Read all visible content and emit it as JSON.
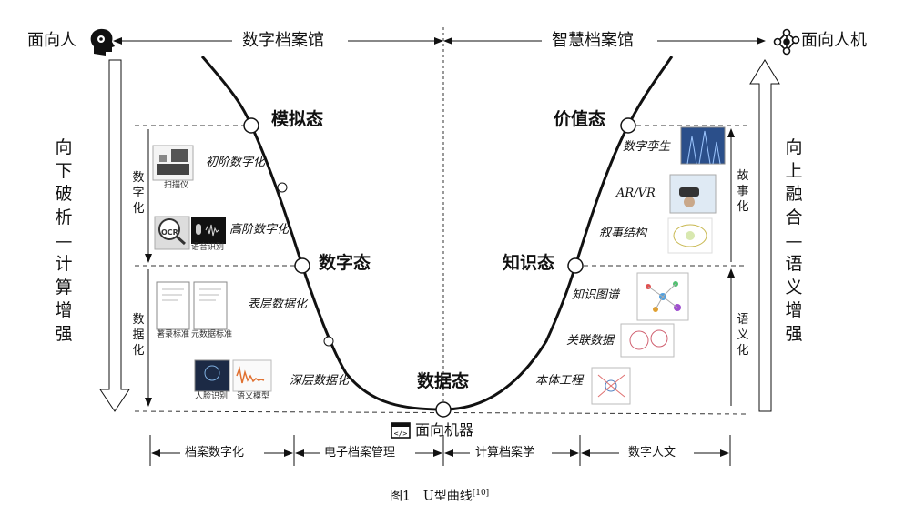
{
  "header": {
    "left_label": "面向人",
    "right_label": "面向人机",
    "left_section": "数字档案馆",
    "right_section": "智慧档案馆"
  },
  "left_arrow_text": [
    "向",
    "下",
    "破",
    "析",
    "—",
    "计",
    "算",
    "增",
    "强"
  ],
  "right_arrow_text": [
    "向",
    "上",
    "融",
    "合",
    "—",
    "语",
    "义",
    "增",
    "强"
  ],
  "states": {
    "analog": "模拟态",
    "digital": "数字态",
    "data": "数据态",
    "value": "价值态",
    "knowledge": "知识态"
  },
  "left_brackets": {
    "top": [
      "数",
      "字",
      "化"
    ],
    "bottom": [
      "数",
      "据",
      "化"
    ]
  },
  "right_brackets": {
    "top": [
      "故",
      "事",
      "化"
    ],
    "bottom": [
      "语",
      "义",
      "化"
    ]
  },
  "left_stages": [
    "初阶数字化",
    "高阶数字化",
    "表层数据化",
    "深层数据化"
  ],
  "right_stages": [
    "数字孪生",
    "AR/VR",
    "叙事结构",
    "知识图谱",
    "关联数据",
    "本体工程"
  ],
  "image_captions": {
    "scanner": "扫描仪",
    "speech": "语音识别",
    "ocr": "OCR",
    "metadata_std": "著录标准",
    "meta_std": "元数据标准",
    "face": "人脸识别",
    "semantic": "语义模型"
  },
  "machine_label": "面向机器",
  "bottom_segments": [
    "档案数字化",
    "电子档案管理",
    "计算档案学",
    "数字人文"
  ],
  "caption": {
    "text": "图1　U型曲线",
    "ref": "[10]"
  },
  "icons": {
    "left": "head-gear-icon",
    "right": "network-icon",
    "machine": "code-window-icon"
  }
}
